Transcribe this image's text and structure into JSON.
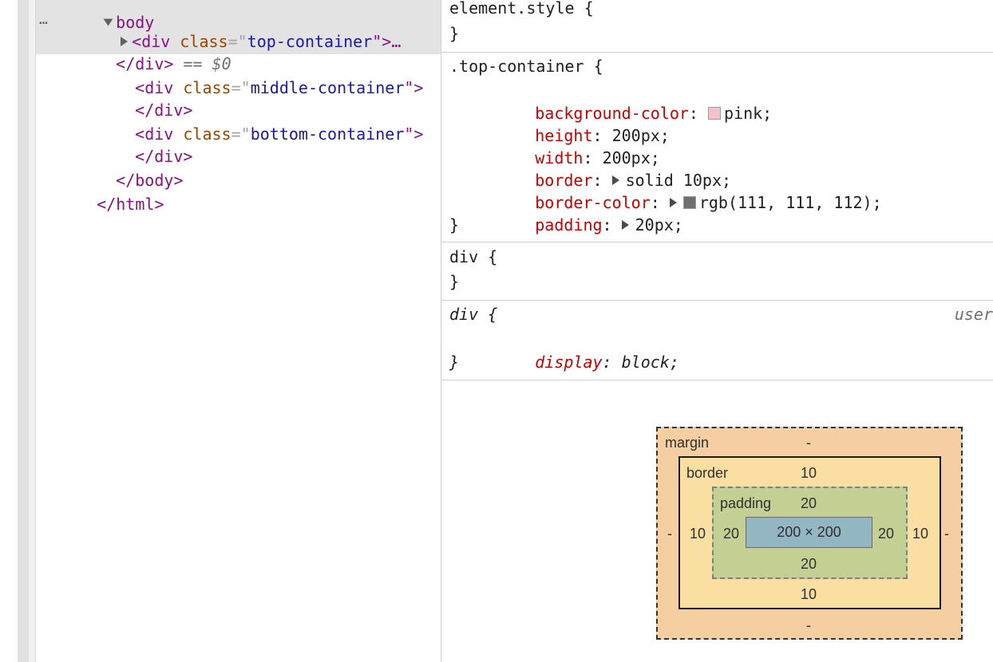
{
  "elements": {
    "dots": "…",
    "lines": [
      {
        "indent": "",
        "tag": "body"
      },
      {
        "open": "<",
        "tag": "div",
        "attr": "class",
        "eq": "=\"",
        "val": "top-container",
        "close": "\">…"
      },
      {
        "open": "</",
        "tag": "div",
        "close": ">",
        "eqsel": " == ",
        "dollar": "$0"
      },
      {
        "open": "<",
        "tag": "div",
        "attr": "class",
        "eq": "=\"",
        "val": "middle-container",
        "close": "\">"
      },
      {
        "open": "</",
        "tag": "div",
        "close": ">"
      },
      {
        "open": "<",
        "tag": "div",
        "attr": "class",
        "eq": "=\"",
        "val": "bottom-container",
        "close": "\">"
      },
      {
        "open": "</",
        "tag": "div",
        "close": ">"
      },
      {
        "open": "</",
        "tag": "body",
        "close": ">"
      },
      {
        "open": "</",
        "tag": "html",
        "close": ">"
      }
    ]
  },
  "styles": {
    "element_style": {
      "selector": "element.style {",
      "close": "}"
    },
    "top_container": {
      "selector": ".top-container {",
      "decls": [
        {
          "prop": "background-color",
          "colon": ": ",
          "value": "pink;",
          "swatch": "#f7c1cb"
        },
        {
          "prop": "height",
          "colon": ": ",
          "value": "200px;"
        },
        {
          "prop": "width",
          "colon": ": ",
          "value": "200px;"
        },
        {
          "prop": "border",
          "colon": ": ",
          "value": "solid 10px;",
          "expand": true
        },
        {
          "prop": "border-color",
          "colon": ": ",
          "value": "rgb(111, 111, 112);",
          "expand": true,
          "swatch": "#6f6f70"
        },
        {
          "prop": "padding",
          "colon": ": ",
          "value": "20px;",
          "expand": true
        }
      ],
      "close": "}"
    },
    "div_rule": {
      "selector": "div {",
      "close": "}"
    },
    "div_ua": {
      "selector": "div {",
      "origin": "user",
      "prop": "display",
      "colon": ": ",
      "value": "block;",
      "close": "}"
    }
  },
  "box_model": {
    "margin": {
      "label": "margin",
      "top": "-",
      "right": "-",
      "bottom": "-",
      "left": "-"
    },
    "border": {
      "label": "border",
      "top": "10",
      "right": "10",
      "bottom": "10",
      "left": "10"
    },
    "padding": {
      "label": "padding",
      "top": "20",
      "right": "20",
      "bottom": "20",
      "left": "20"
    },
    "content": "200 × 200"
  }
}
